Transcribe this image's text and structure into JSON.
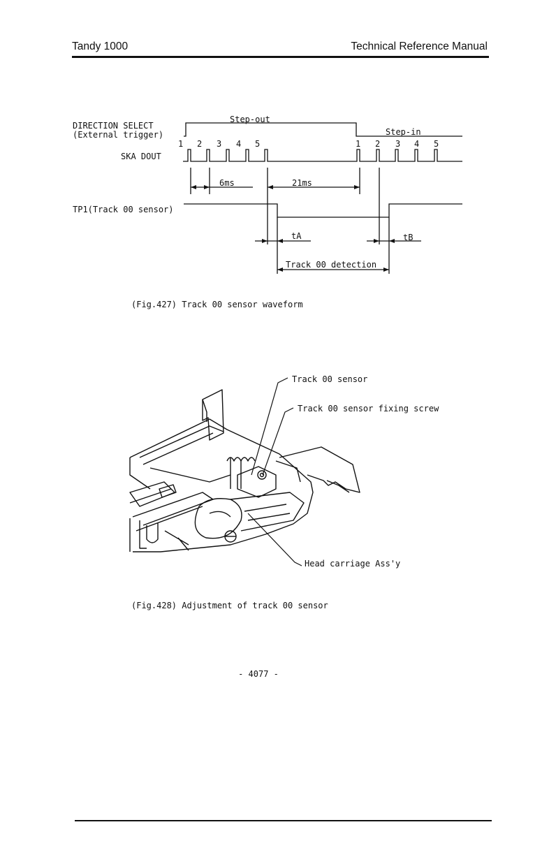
{
  "header": {
    "left": "Tandy 1000",
    "right": "Technical Reference Manual"
  },
  "figure427": {
    "caption": "(Fig.427) Track 00 sensor waveform",
    "signals": {
      "direction_select_line1": "DIRECTION SELECT",
      "direction_select_line2": "(External trigger)",
      "ska_dout": "SKA DOUT",
      "tp1": "TP1(Track 00 sensor)"
    },
    "labels": {
      "step_out": "Step-out",
      "step_in": "Step-in",
      "interval_6ms": "6ms",
      "interval_21ms": "21ms",
      "tA": "tA",
      "tB": "tB",
      "track00_detection": "Track 00 detection"
    },
    "pulse_numbers_out": [
      "1",
      "2",
      "3",
      "4",
      "5"
    ],
    "pulse_numbers_in": [
      "1",
      "2",
      "3",
      "4",
      "5"
    ]
  },
  "figure428": {
    "caption": "(Fig.428) Adjustment of track 00 sensor",
    "callouts": {
      "sensor": "Track 00 sensor",
      "screw": "Track 00 sensor fixing screw",
      "carriage": "Head carriage Ass'y"
    }
  },
  "page_number": "- 4077 -"
}
